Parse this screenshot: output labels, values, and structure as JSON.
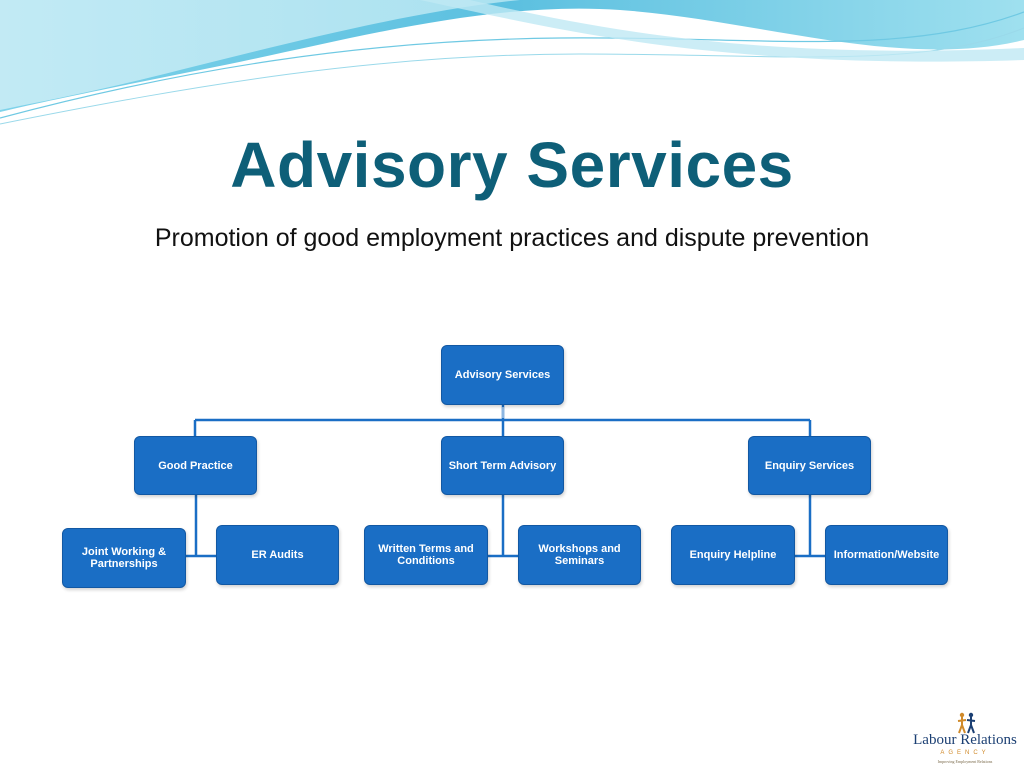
{
  "slide": {
    "title": "Advisory Services",
    "subtitle": "Promotion of good employment practices and dispute prevention"
  },
  "diagram": {
    "root": "Advisory Services",
    "branches": [
      {
        "label": "Good Practice",
        "children": [
          "Joint Working & Partnerships",
          "ER Audits"
        ]
      },
      {
        "label": "Short Term Advisory",
        "children": [
          "Written Terms and Conditions",
          "Workshops and Seminars"
        ]
      },
      {
        "label": "Enquiry Services",
        "children": [
          "Enquiry Helpline",
          "Information/Website"
        ]
      }
    ]
  },
  "logo": {
    "name": "Labour Relations",
    "agency": "AGENCY",
    "tagline": "Improving Employment Relations"
  },
  "colors": {
    "title": "#0e5f78",
    "node_fill": "#1a6ec5",
    "connector": "#1a6ec5"
  }
}
